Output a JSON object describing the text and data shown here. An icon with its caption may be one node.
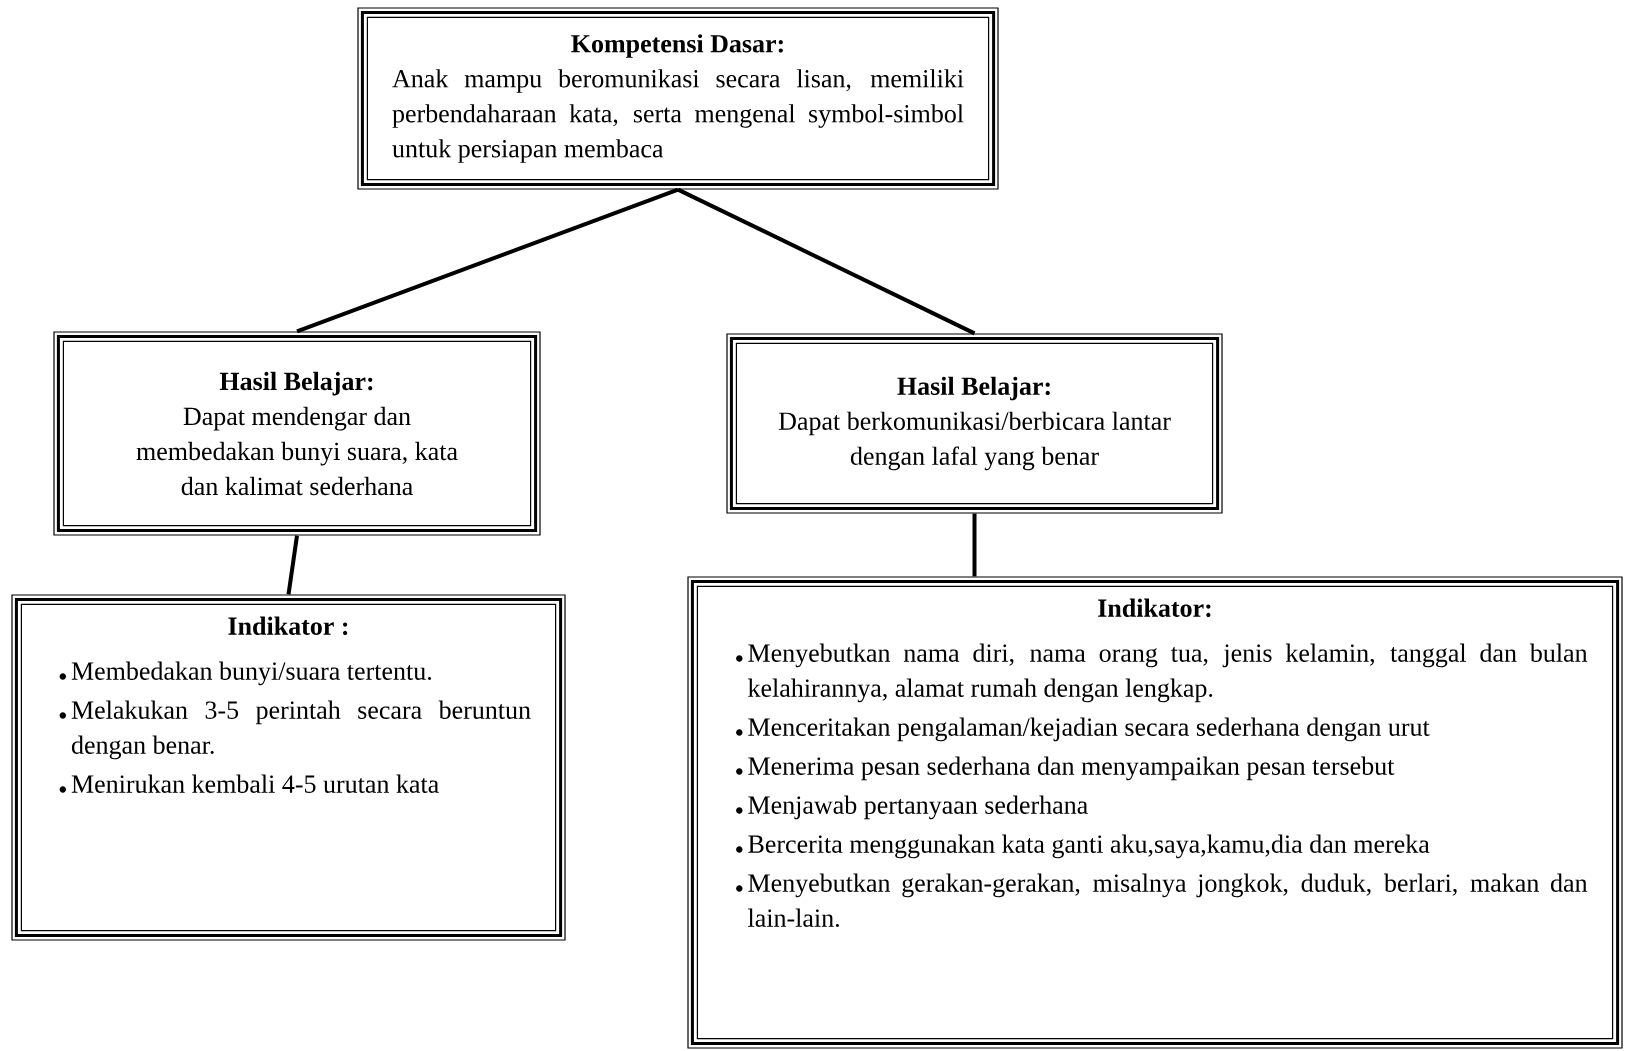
{
  "diagram": {
    "nodes": [
      {
        "text": [
          "Kompetensi Dasar:",
          "Anak mampu beromunikasi secara lisan, memiliki perbendaharaan kata, serta mengenal symbol-simbol untuk persiapan membaca"
        ]
      },
      {
        "text": [
          "Hasil Belajar:",
          "Dapat mendengar dan membedakan bunyi suara, kata dan kalimat sederhana"
        ]
      },
      {
        "text": [
          "Hasil Belajar:",
          "Dapat berkomunikasi/berbicara lantar dengan lafal yang benar"
        ]
      },
      {
        "text": [
          "Indikator :",
          "Membedakan bunyi/suara tertentu.",
          "Melakukan 3-5 perintah secara beruntun dengan benar.",
          "Menirukan kembali 4-5 urutan kata"
        ]
      },
      {
        "text": [
          "Indikator:",
          "Menyebutkan nama diri, nama orang tua, jenis kelamin, tanggal dan bulan kelahirannya, alamat rumah dengan lengkap.",
          "Menceritakan pengalaman/kejadian secara sederhana dengan urut",
          "Menerima pesan sederhana dan menyampaikan pesan tersebut",
          "Menjawab pertanyaan sederhana",
          "Bercerita menggunakan kata ganti aku,saya,kamu,dia dan mereka",
          "Menyebutkan gerakan-gerakan, misalnya jongkok, duduk, berlari, makan dan lain-lain."
        ]
      }
    ],
    "edges": [
      {
        "from": 0,
        "to": 1,
        "arrow": "none"
      },
      {
        "from": 0,
        "to": 2,
        "arrow": "none"
      },
      {
        "from": 1,
        "to": 3,
        "arrow": "none"
      },
      {
        "from": 2,
        "to": 4,
        "arrow": "none"
      }
    ]
  }
}
